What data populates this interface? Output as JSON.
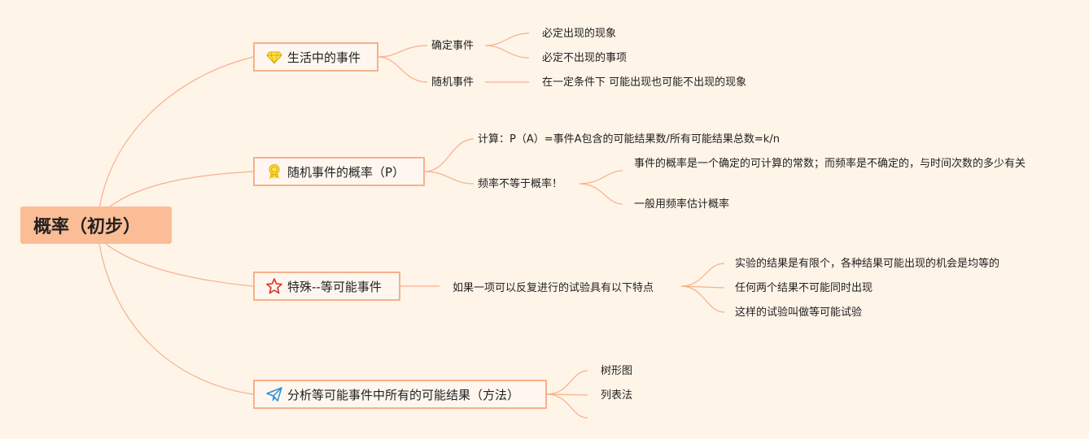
{
  "root": {
    "label": "概率（初步）"
  },
  "branches": [
    {
      "label": "生活中的事件",
      "icon": "diamond-icon",
      "children": [
        {
          "label": "确定事件",
          "children": [
            "必定出现的现象",
            "必定不出现的事项"
          ]
        },
        {
          "label": "随机事件",
          "children": [
            "在一定条件下 可能出现也可能不出现的现象"
          ]
        }
      ]
    },
    {
      "label": "随机事件的概率（P）",
      "icon": "award-ribbon-icon",
      "children": [
        {
          "label": "计算：P（A）=事件A包含的可能结果数/所有可能结果总数=k/n",
          "children": []
        },
        {
          "label": "频率不等于概率！",
          "children": [
            "事件的概率是一个确定的可计算的常数；而频率是不确定的，与时间次数的多少有关",
            "一般用频率估计概率"
          ]
        }
      ]
    },
    {
      "label": "特殊--等可能事件",
      "icon": "star-icon",
      "children": [
        {
          "label": "如果一项可以反复进行的试验具有以下特点",
          "children": [
            "实验的结果是有限个，各种结果可能出现的机会是均等的",
            "任何两个结果不可能同时出现",
            "这样的试验叫做等可能试验"
          ]
        }
      ]
    },
    {
      "label": "分析等可能事件中所有的可能结果（方法）",
      "icon": "paper-plane-icon",
      "children": [
        {
          "label": "树形图",
          "children": []
        },
        {
          "label": "列表法",
          "children": []
        },
        {
          "label": "",
          "children": []
        }
      ]
    }
  ],
  "colors": {
    "accent": "#fbbd96",
    "line": "#f5b18a",
    "background": "#fff4e8"
  }
}
